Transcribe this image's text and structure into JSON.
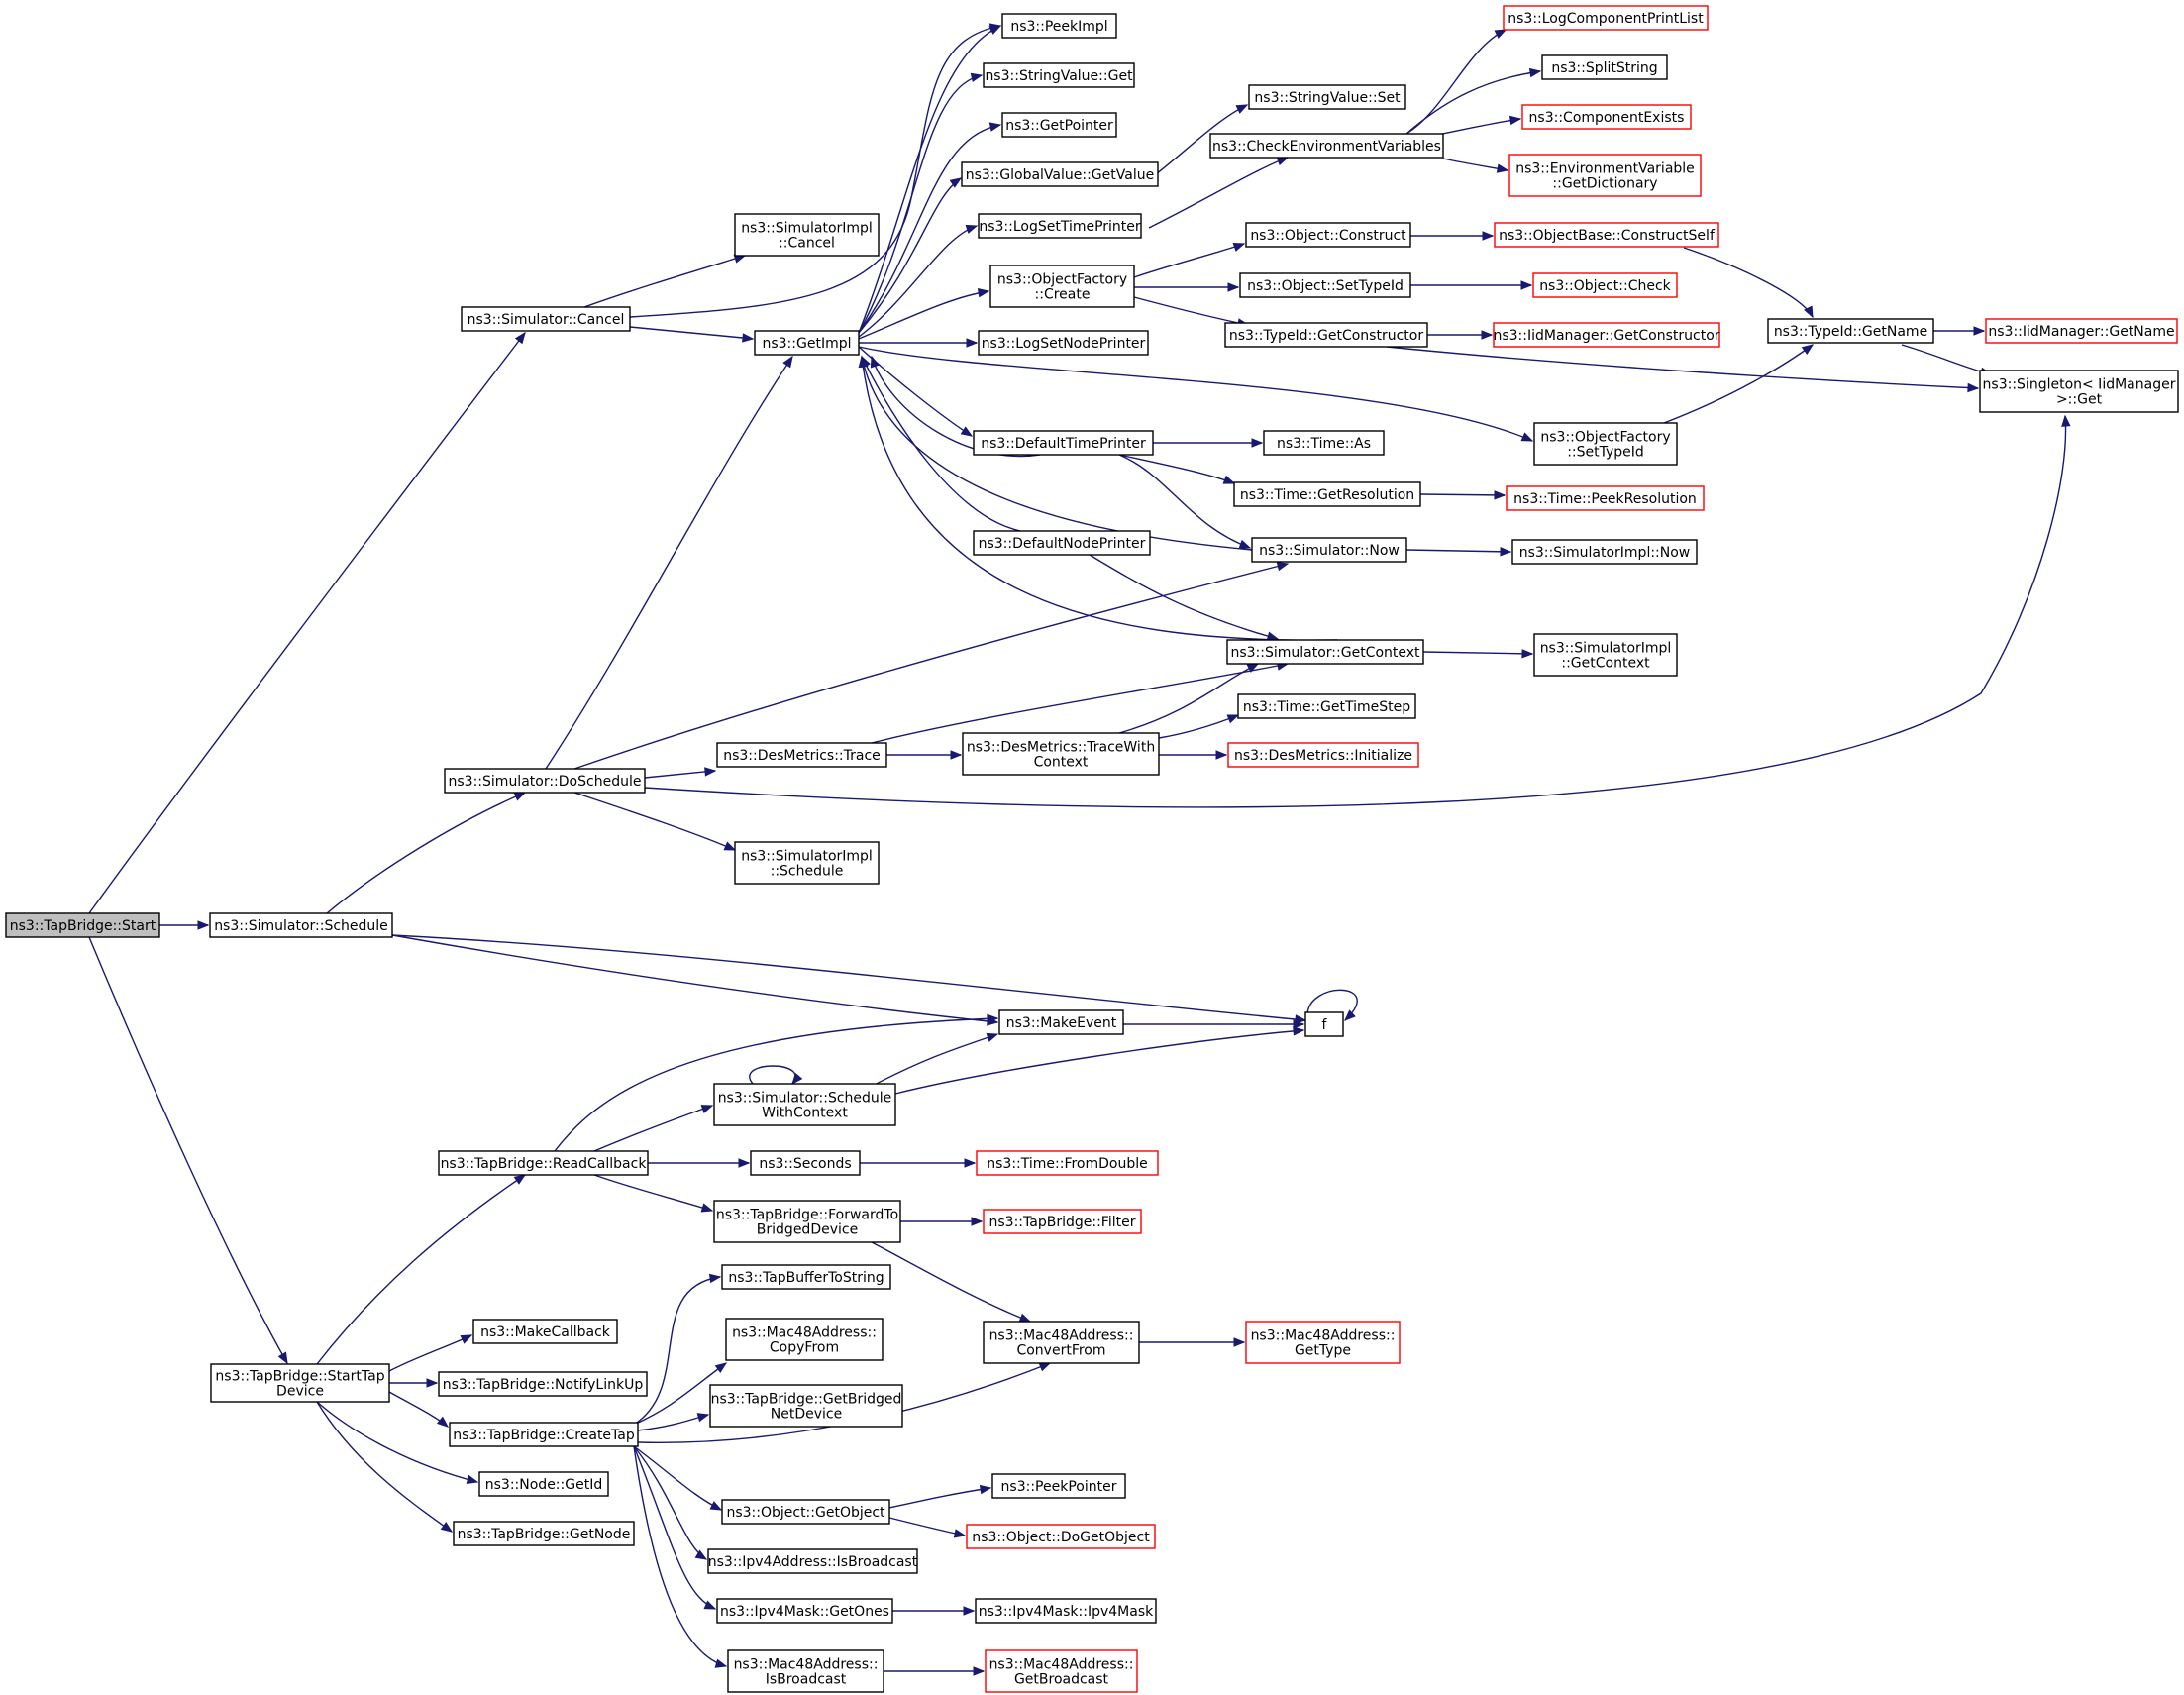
{
  "colors": {
    "edge": "#191970",
    "node_border": "#000000",
    "undocumented_border": "#ff0000",
    "root_fill": "#bfbfbf"
  },
  "nodes": [
    {
      "id": "tb_start",
      "label": [
        "ns3::TapBridge::Start"
      ],
      "style": "root"
    },
    {
      "id": "sim_cancel",
      "label": [
        "ns3::Simulator::Cancel"
      ]
    },
    {
      "id": "sim_schedule",
      "label": [
        "ns3::Simulator::Schedule"
      ]
    },
    {
      "id": "start_tap",
      "label": [
        "ns3::TapBridge::StartTap",
        "Device"
      ]
    },
    {
      "id": "simimpl_cancel",
      "label": [
        "ns3::SimulatorImpl",
        "::Cancel"
      ]
    },
    {
      "id": "getimpl",
      "label": [
        "ns3::GetImpl"
      ]
    },
    {
      "id": "peekimpl",
      "label": [
        "ns3::PeekImpl"
      ]
    },
    {
      "id": "strval_get",
      "label": [
        "ns3::StringValue::Get"
      ]
    },
    {
      "id": "getpointer",
      "label": [
        "ns3::GetPointer"
      ]
    },
    {
      "id": "globalval_get",
      "label": [
        "ns3::GlobalValue::GetValue"
      ]
    },
    {
      "id": "logsettime",
      "label": [
        "ns3::LogSetTimePrinter"
      ]
    },
    {
      "id": "objfac_create",
      "label": [
        "ns3::ObjectFactory",
        "::Create"
      ]
    },
    {
      "id": "logsetnode",
      "label": [
        "ns3::LogSetNodePrinter"
      ]
    },
    {
      "id": "deftimeprinter",
      "label": [
        "ns3::DefaultTimePrinter"
      ]
    },
    {
      "id": "defnodeprinter",
      "label": [
        "ns3::DefaultNodePrinter"
      ]
    },
    {
      "id": "strval_set",
      "label": [
        "ns3::StringValue::Set"
      ]
    },
    {
      "id": "checkenv",
      "label": [
        "ns3::CheckEnvironmentVariables"
      ]
    },
    {
      "id": "obj_construct",
      "label": [
        "ns3::Object::Construct"
      ]
    },
    {
      "id": "obj_settypeid",
      "label": [
        "ns3::Object::SetTypeId"
      ]
    },
    {
      "id": "typeid_getctor",
      "label": [
        "ns3::TypeId::GetConstructor"
      ]
    },
    {
      "id": "time_as",
      "label": [
        "ns3::Time::As"
      ]
    },
    {
      "id": "time_getres",
      "label": [
        "ns3::Time::GetResolution"
      ]
    },
    {
      "id": "sim_now",
      "label": [
        "ns3::Simulator::Now"
      ]
    },
    {
      "id": "sim_getctx",
      "label": [
        "ns3::Simulator::GetContext"
      ]
    },
    {
      "id": "time_getstep",
      "label": [
        "ns3::Time::GetTimeStep"
      ]
    },
    {
      "id": "logcomp_print",
      "label": [
        "ns3::LogComponentPrintList"
      ],
      "style": "red"
    },
    {
      "id": "splitstring",
      "label": [
        "ns3::SplitString"
      ]
    },
    {
      "id": "compexists",
      "label": [
        "ns3::ComponentExists"
      ],
      "style": "red"
    },
    {
      "id": "envvar_getdict",
      "label": [
        "ns3::EnvironmentVariable",
        "::GetDictionary"
      ],
      "style": "red"
    },
    {
      "id": "objbase_cself",
      "label": [
        "ns3::ObjectBase::ConstructSelf"
      ],
      "style": "red"
    },
    {
      "id": "obj_check",
      "label": [
        "ns3::Object::Check"
      ],
      "style": "red"
    },
    {
      "id": "iid_getctor",
      "label": [
        "ns3::IidManager::GetConstructor"
      ],
      "style": "red"
    },
    {
      "id": "objfac_settypeid",
      "label": [
        "ns3::ObjectFactory",
        "::SetTypeId"
      ]
    },
    {
      "id": "time_peekres",
      "label": [
        "ns3::Time::PeekResolution"
      ],
      "style": "red"
    },
    {
      "id": "simimpl_now",
      "label": [
        "ns3::SimulatorImpl::Now"
      ]
    },
    {
      "id": "simimpl_getctx",
      "label": [
        "ns3::SimulatorImpl",
        "::GetContext"
      ]
    },
    {
      "id": "typeid_getname",
      "label": [
        "ns3::TypeId::GetName"
      ]
    },
    {
      "id": "iid_getname",
      "label": [
        "ns3::IidManager::GetName"
      ],
      "style": "red"
    },
    {
      "id": "singleton_get",
      "label": [
        "ns3::Singleton< IidManager",
        " >::Get"
      ]
    },
    {
      "id": "sim_dosched",
      "label": [
        "ns3::Simulator::DoSchedule"
      ]
    },
    {
      "id": "desm_trace",
      "label": [
        "ns3::DesMetrics::Trace"
      ]
    },
    {
      "id": "desm_tracectx",
      "label": [
        "ns3::DesMetrics::TraceWith",
        "Context"
      ]
    },
    {
      "id": "desm_init",
      "label": [
        "ns3::DesMetrics::Initialize"
      ],
      "style": "red"
    },
    {
      "id": "simimpl_sched",
      "label": [
        "ns3::SimulatorImpl",
        "::Schedule"
      ]
    },
    {
      "id": "makeevent",
      "label": [
        "ns3::MakeEvent"
      ]
    },
    {
      "id": "f",
      "label": [
        "f"
      ]
    },
    {
      "id": "sim_schedctx",
      "label": [
        "ns3::Simulator::Schedule",
        "WithContext"
      ]
    },
    {
      "id": "readcb",
      "label": [
        "ns3::TapBridge::ReadCallback"
      ]
    },
    {
      "id": "seconds",
      "label": [
        "ns3::Seconds"
      ]
    },
    {
      "id": "time_fromdbl",
      "label": [
        "ns3::Time::FromDouble"
      ],
      "style": "red"
    },
    {
      "id": "fwd_bridged",
      "label": [
        "ns3::TapBridge::ForwardTo",
        "BridgedDevice"
      ]
    },
    {
      "id": "tb_filter",
      "label": [
        "ns3::TapBridge::Filter"
      ],
      "style": "red"
    },
    {
      "id": "tapbuf_str",
      "label": [
        "ns3::TapBufferToString"
      ]
    },
    {
      "id": "mac_copyfrom",
      "label": [
        "ns3::Mac48Address::",
        "CopyFrom"
      ]
    },
    {
      "id": "mac_convfrom",
      "label": [
        "ns3::Mac48Address::",
        "ConvertFrom"
      ]
    },
    {
      "id": "mac_gettype",
      "label": [
        "ns3::Mac48Address::",
        "GetType"
      ],
      "style": "red"
    },
    {
      "id": "makecallback",
      "label": [
        "ns3::MakeCallback"
      ]
    },
    {
      "id": "notifylinkup",
      "label": [
        "ns3::TapBridge::NotifyLinkUp"
      ]
    },
    {
      "id": "getbridgednd",
      "label": [
        "ns3::TapBridge::GetBridged",
        "NetDevice"
      ]
    },
    {
      "id": "createtap",
      "label": [
        "ns3::TapBridge::CreateTap"
      ]
    },
    {
      "id": "node_getid",
      "label": [
        "ns3::Node::GetId"
      ]
    },
    {
      "id": "tb_getnode",
      "label": [
        "ns3::TapBridge::GetNode"
      ]
    },
    {
      "id": "obj_getobj",
      "label": [
        "ns3::Object::GetObject"
      ]
    },
    {
      "id": "peekpointer",
      "label": [
        "ns3::PeekPointer"
      ]
    },
    {
      "id": "obj_dogetobj",
      "label": [
        "ns3::Object::DoGetObject"
      ],
      "style": "red"
    },
    {
      "id": "ipv4_isbcast",
      "label": [
        "ns3::Ipv4Address::IsBroadcast"
      ]
    },
    {
      "id": "ipv4mask_ones",
      "label": [
        "ns3::Ipv4Mask::GetOnes"
      ]
    },
    {
      "id": "ipv4mask_ctor",
      "label": [
        "ns3::Ipv4Mask::Ipv4Mask"
      ]
    },
    {
      "id": "mac_isbcast",
      "label": [
        "ns3::Mac48Address::",
        "IsBroadcast"
      ]
    },
    {
      "id": "mac_getbcast",
      "label": [
        "ns3::Mac48Address::",
        "GetBroadcast"
      ],
      "style": "red"
    }
  ]
}
